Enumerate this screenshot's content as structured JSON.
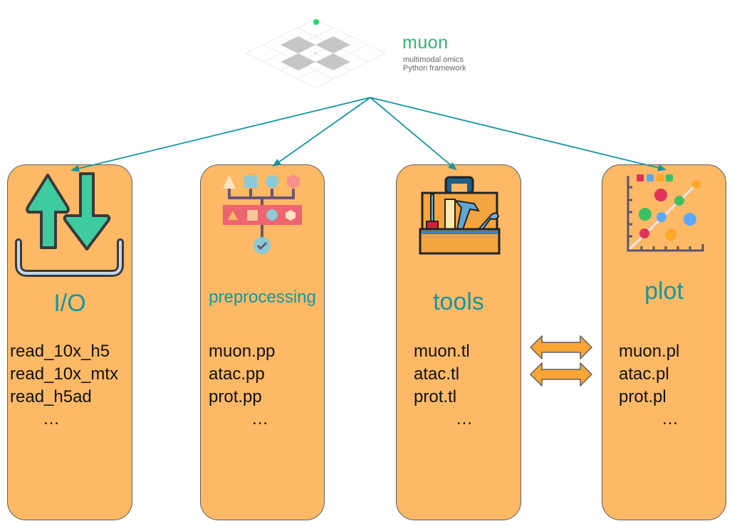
{
  "logo": {
    "title": "muon",
    "subtitle_line1": "multimodal omics",
    "subtitle_line2": "Python framework",
    "title_color": "#2ab573",
    "dot_color": "#18e06a"
  },
  "colors": {
    "panel_fill": "#fdb966",
    "panel_border": "#5f5f5f",
    "arrow": "#16969f",
    "title_text": "#16969f",
    "double_arrow_fill": "#fba535"
  },
  "panels": [
    {
      "id": "io",
      "title": "I/O",
      "icon": "upload-download-icon",
      "items": [
        "read_10x_h5",
        "read_10x_mtx",
        "read_h5ad"
      ],
      "ellipsis": "…"
    },
    {
      "id": "preprocessing",
      "title": "preprocessing",
      "icon": "pipeline-icon",
      "items": [
        "muon.pp",
        "atac.pp",
        "prot.pp"
      ],
      "ellipsis": "…"
    },
    {
      "id": "tools",
      "title": "tools",
      "icon": "toolbox-icon",
      "items": [
        "muon.tl",
        "atac.tl",
        "prot.tl"
      ],
      "ellipsis": "…"
    },
    {
      "id": "plot",
      "title": "plot",
      "icon": "scatter-plot-icon",
      "items": [
        "muon.pl",
        "atac.pl",
        "prot.pl"
      ],
      "ellipsis": "…"
    }
  ],
  "connectors": {
    "from": "logo",
    "to": [
      "io",
      "preprocessing",
      "tools",
      "plot"
    ],
    "bidirectional": [
      "tools",
      "plot"
    ]
  }
}
